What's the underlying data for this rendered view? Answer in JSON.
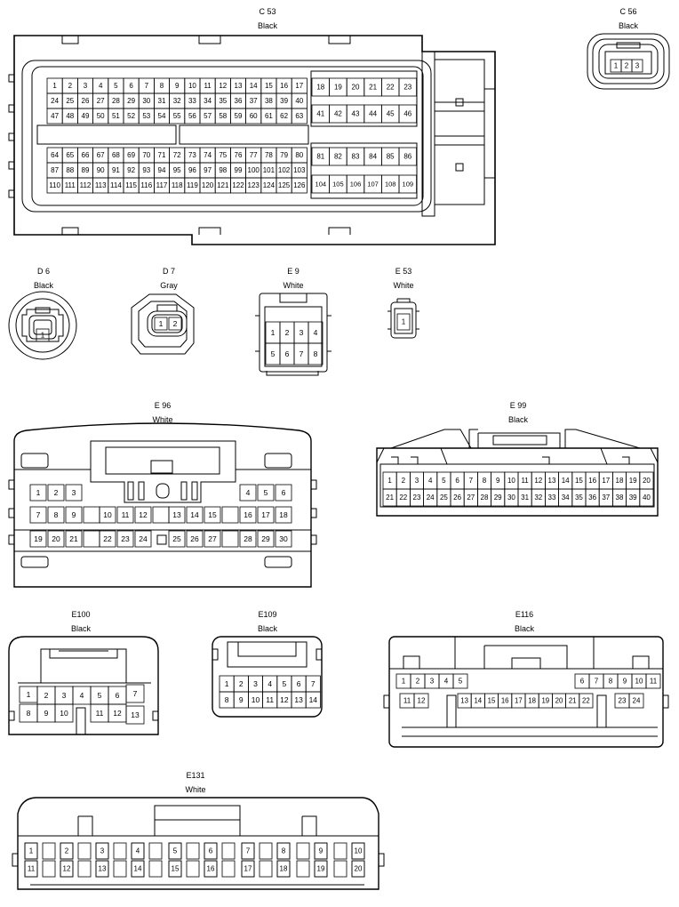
{
  "connectors": [
    {
      "id": "C 53",
      "color": "Black"
    },
    {
      "id": "C 56",
      "color": "Black"
    },
    {
      "id": "D 6",
      "color": "Black"
    },
    {
      "id": "D 7",
      "color": "Gray"
    },
    {
      "id": "E 9",
      "color": "White"
    },
    {
      "id": "E 53",
      "color": "White"
    },
    {
      "id": "E 96",
      "color": "White"
    },
    {
      "id": "E 99",
      "color": "Black"
    },
    {
      "id": "E100",
      "color": "Black"
    },
    {
      "id": "E109",
      "color": "Black"
    },
    {
      "id": "E116",
      "color": "Black"
    },
    {
      "id": "E131",
      "color": "White"
    }
  ]
}
